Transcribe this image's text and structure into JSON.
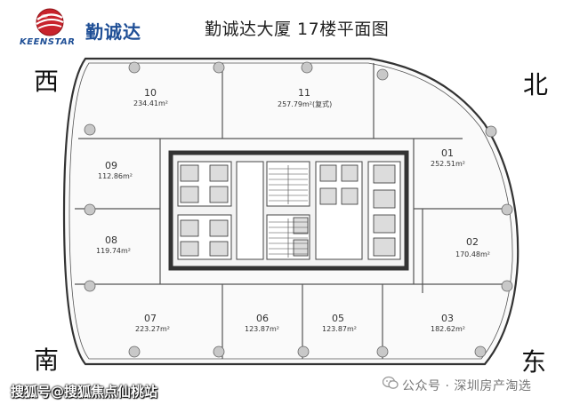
{
  "brand": {
    "name_cn": "勤诚达",
    "name_en": "KEENSTAR"
  },
  "title": "勤诚达大厦 17楼平面图",
  "directions": {
    "west": "西",
    "north": "北",
    "south": "南",
    "east": "东"
  },
  "units": [
    {
      "no": "10",
      "area": "234.41m²"
    },
    {
      "no": "11",
      "area": "257.79m²(复式)"
    },
    {
      "no": "01",
      "area": "252.51m²"
    },
    {
      "no": "09",
      "area": "112.86m²"
    },
    {
      "no": "08",
      "area": "119.74m²"
    },
    {
      "no": "02",
      "area": "170.48m²"
    },
    {
      "no": "07",
      "area": "223.27m²"
    },
    {
      "no": "06",
      "area": "123.87m²"
    },
    {
      "no": "05",
      "area": "123.87m²"
    },
    {
      "no": "03",
      "area": "182.62m²"
    }
  ],
  "footer": {
    "left": "搜狐号@搜狐焦点仙桃站",
    "right": "公众号 · 深圳房产淘选"
  },
  "icons": {
    "logo": "keenstar-sphere-logo",
    "wechat": "wechat-icon"
  },
  "colors": {
    "brand_blue": "#1f4f96",
    "logo_red": "#c8232c",
    "wall": "#333333"
  }
}
